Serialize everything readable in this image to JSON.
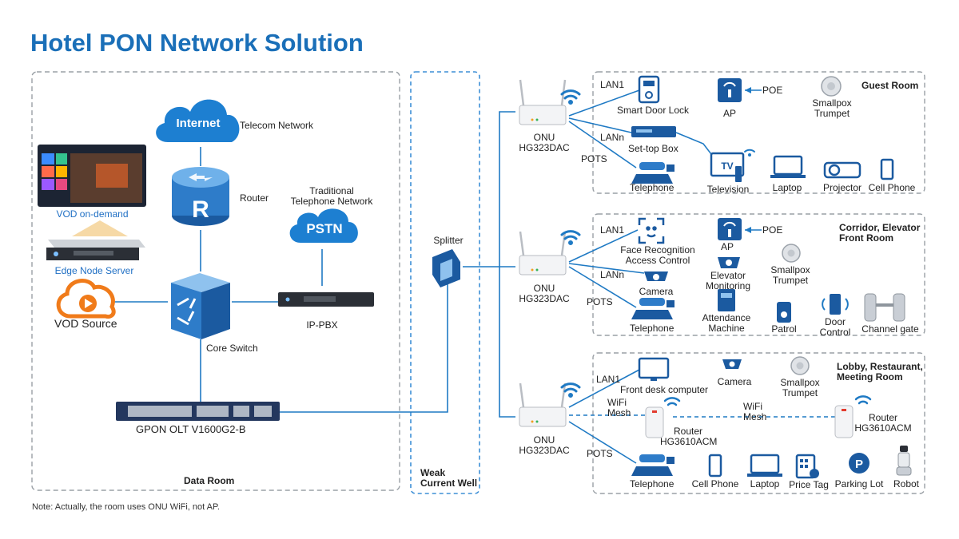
{
  "title": "Hotel PON Network Solution",
  "note": "Note: Actually, the room uses ONU WiFi, not AP.",
  "colors": {
    "accent_blue": "#1a6fb8",
    "line_blue": "#1f7ac4",
    "zone_border": "#9aa0a6",
    "well_border": "#3d8fd6",
    "vod_orange": "#f07b1a"
  },
  "zones": {
    "data_room": "Data Room",
    "weak_current_well": "Weak Current Well",
    "guest_room": "Guest Room",
    "corridor": "Corridor, Elevator Front Room",
    "lobby": "Lobby, Restaurant, Meeting Room"
  },
  "data_room": {
    "internet_cloud": "Internet",
    "telecom_network": "Telecom Network",
    "router": "Router",
    "router_letter": "R",
    "traditional_phone_network": "Traditional Telephone Network",
    "pstn_cloud": "PSTN",
    "vod_on_demand": "VOD on-demand",
    "edge_node_server": "Edge Node Server",
    "vod_source": "VOD Source",
    "core_switch": "Core Switch",
    "ip_pbx": "IP-PBX",
    "gpon_olt": "GPON OLT V1600G2-B"
  },
  "splitter": "Splitter",
  "guest_room": {
    "onu": "ONU HG323DAC",
    "lan1": "LAN1",
    "lann": "LANn",
    "pots": "POTS",
    "smart_door_lock": "Smart Door Lock",
    "set_top_box": "Set-top Box",
    "telephone": "Telephone",
    "ap": "AP",
    "poe": "POE",
    "smallpox_trumpet": "Smallpox Trumpet",
    "television": "Television",
    "tv_text": "TV",
    "laptop": "Laptop",
    "projector": "Projector",
    "cell_phone": "Cell Phone"
  },
  "corridor": {
    "onu": "ONU HG323DAC",
    "lan1": "LAN1",
    "lann": "LANn",
    "pots": "POTS",
    "face_recognition": "Face Recognition Access Control",
    "camera": "Camera",
    "telephone": "Telephone",
    "ap": "AP",
    "poe": "POE",
    "elevator_monitoring": "Elevator Monitoring",
    "smallpox_trumpet": "Smallpox Trumpet",
    "attendance_machine": "Attendance Machine",
    "patrol": "Patrol",
    "door_control": "Door Control",
    "channel_gate": "Channel gate"
  },
  "lobby": {
    "onu": "ONU HG323DAC",
    "lan1": "LAN1",
    "pots": "POTS",
    "wifi_mesh_1": "WiFi Mesh",
    "wifi_mesh_2": "WiFi Mesh",
    "front_desk": "Front desk computer",
    "camera": "Camera",
    "smallpox_trumpet": "Smallpox Trumpet",
    "router_1": "Router HG3610ACM",
    "router_2": "Router HG3610ACM",
    "telephone": "Telephone",
    "cell_phone": "Cell Phone",
    "laptop": "Laptop",
    "price_tag": "Price Tag",
    "parking_lot": "Parking Lot",
    "robot": "Robot"
  }
}
